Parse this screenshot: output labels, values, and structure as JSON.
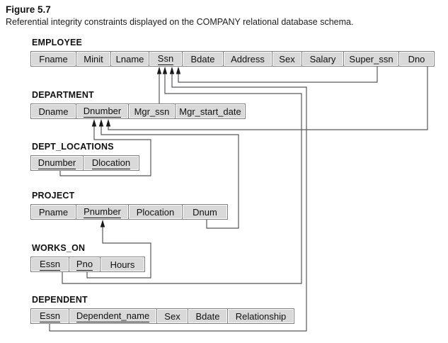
{
  "figure": {
    "label": "Figure 5.7",
    "caption": "Referential integrity constraints displayed on the COMPANY relational database schema."
  },
  "colors": {
    "cell_fill": "#d9d9d9",
    "cell_border": "#7f7f7f",
    "connector_line": "#58585c",
    "arrowhead": "#1a1a1a",
    "text": "#111111"
  },
  "tables": {
    "employee": {
      "name": "EMPLOYEE",
      "fields": [
        {
          "label": "Fname",
          "key": false
        },
        {
          "label": "Minit",
          "key": false
        },
        {
          "label": "Lname",
          "key": false
        },
        {
          "label": "Ssn",
          "key": true
        },
        {
          "label": "Bdate",
          "key": false
        },
        {
          "label": "Address",
          "key": false
        },
        {
          "label": "Sex",
          "key": false
        },
        {
          "label": "Salary",
          "key": false
        },
        {
          "label": "Super_ssn",
          "key": false
        },
        {
          "label": "Dno",
          "key": false
        }
      ]
    },
    "department": {
      "name": "DEPARTMENT",
      "fields": [
        {
          "label": "Dname",
          "key": false
        },
        {
          "label": "Dnumber",
          "key": true
        },
        {
          "label": "Mgr_ssn",
          "key": false
        },
        {
          "label": "Mgr_start_date",
          "key": false
        }
      ]
    },
    "dept_locations": {
      "name": "DEPT_LOCATIONS",
      "fields": [
        {
          "label": "Dnumber",
          "key": true
        },
        {
          "label": "Dlocation",
          "key": true
        }
      ]
    },
    "project": {
      "name": "PROJECT",
      "fields": [
        {
          "label": "Pname",
          "key": false
        },
        {
          "label": "Pnumber",
          "key": true
        },
        {
          "label": "Plocation",
          "key": false
        },
        {
          "label": "Dnum",
          "key": false
        }
      ]
    },
    "works_on": {
      "name": "WORKS_ON",
      "fields": [
        {
          "label": "Essn",
          "key": true
        },
        {
          "label": "Pno",
          "key": true
        },
        {
          "label": "Hours",
          "key": false
        }
      ]
    },
    "dependent": {
      "name": "DEPENDENT",
      "fields": [
        {
          "label": "Essn",
          "key": true
        },
        {
          "label": "Dependent_name",
          "key": true
        },
        {
          "label": "Sex",
          "key": false
        },
        {
          "label": "Bdate",
          "key": false
        },
        {
          "label": "Relationship",
          "key": false
        }
      ]
    }
  },
  "diagram": {
    "type": "relational-schema",
    "relationships": [
      {
        "from": "DEPARTMENT.Mgr_ssn",
        "to": "EMPLOYEE.Ssn"
      },
      {
        "from": "EMPLOYEE.Super_ssn",
        "to": "EMPLOYEE.Ssn"
      },
      {
        "from": "WORKS_ON.Essn",
        "to": "EMPLOYEE.Ssn"
      },
      {
        "from": "DEPENDENT.Essn",
        "to": "EMPLOYEE.Ssn"
      },
      {
        "from": "EMPLOYEE.Dno",
        "to": "DEPARTMENT.Dnumber"
      },
      {
        "from": "PROJECT.Dnum",
        "to": "DEPARTMENT.Dnumber"
      },
      {
        "from": "DEPT_LOCATIONS.Dnumber",
        "to": "DEPARTMENT.Dnumber"
      },
      {
        "from": "WORKS_ON.Pno",
        "to": "PROJECT.Pnumber"
      }
    ]
  }
}
